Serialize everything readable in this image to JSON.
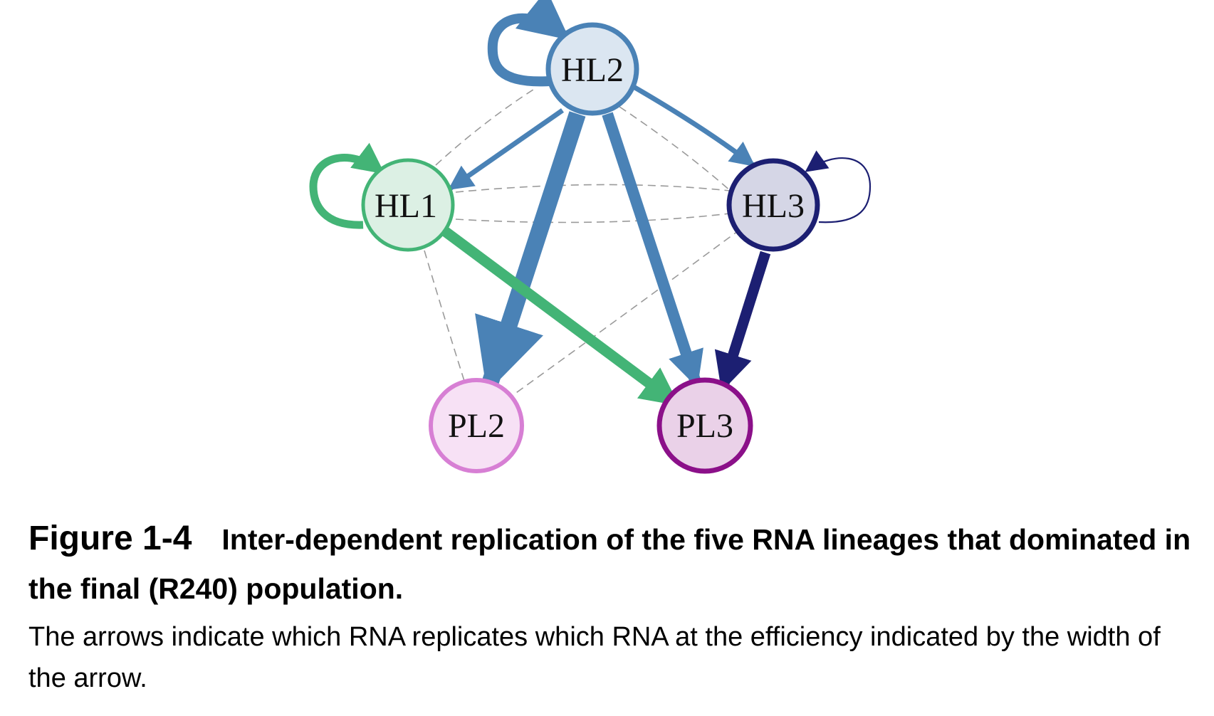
{
  "figure": {
    "number": "Figure 1-4",
    "title": "Inter-dependent replication of the five RNA lineages that dominated in the final (R240) population.",
    "description": "The arrows indicate which RNA replicates which RNA at the efficiency indicated by the width of the arrow."
  },
  "nodes": [
    {
      "id": "HL1",
      "label": "HL1",
      "fill": "#dcf0e4",
      "stroke": "#43b476"
    },
    {
      "id": "HL2",
      "label": "HL2",
      "fill": "#dbe6f1",
      "stroke": "#4a82b6"
    },
    {
      "id": "HL3",
      "label": "HL3",
      "fill": "#d5d6e6",
      "stroke": "#1c1f72"
    },
    {
      "id": "PL2",
      "label": "PL2",
      "fill": "#f7e1f5",
      "stroke": "#d77fd4"
    },
    {
      "id": "PL3",
      "label": "PL3",
      "fill": "#ead1e8",
      "stroke": "#8b1089"
    }
  ],
  "edges": [
    {
      "from": "HL2",
      "to": "HL2",
      "color": "#4a82b6",
      "kind": "self"
    },
    {
      "from": "HL1",
      "to": "HL1",
      "color": "#43b476",
      "kind": "self"
    },
    {
      "from": "HL3",
      "to": "HL3",
      "color": "#1c1f72",
      "kind": "self"
    },
    {
      "from": "HL2",
      "to": "HL1",
      "color": "#4a82b6"
    },
    {
      "from": "HL2",
      "to": "HL3",
      "color": "#4a82b6"
    },
    {
      "from": "HL2",
      "to": "PL2",
      "color": "#4a82b6"
    },
    {
      "from": "HL2",
      "to": "PL3",
      "color": "#4a82b6"
    },
    {
      "from": "HL1",
      "to": "PL3",
      "color": "#43b476"
    },
    {
      "from": "HL3",
      "to": "PL3",
      "color": "#1c1f72"
    }
  ],
  "dashed_links": [
    [
      "HL1",
      "HL2"
    ],
    [
      "HL2",
      "HL3"
    ],
    [
      "HL1",
      "HL3"
    ],
    [
      "HL1",
      "PL2"
    ],
    [
      "HL3",
      "PL2"
    ]
  ]
}
